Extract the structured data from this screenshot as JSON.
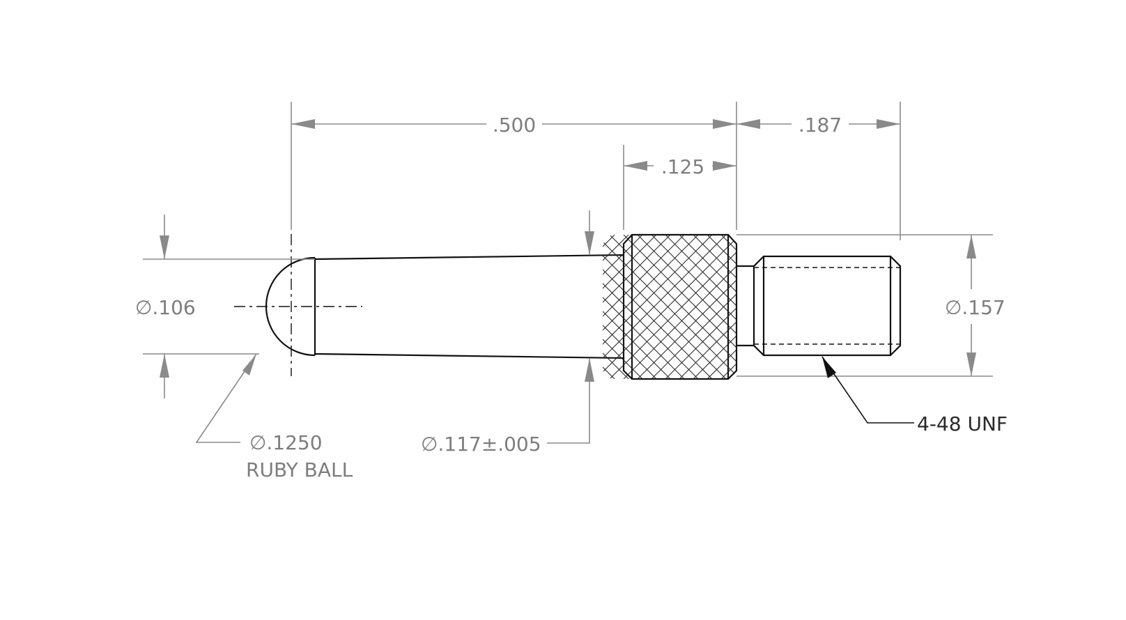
{
  "drawing": {
    "dimensions": {
      "overall_length": ".500",
      "thread_length": ".187",
      "knurl_length": ".125",
      "ball_stem_diameter": ".106",
      "thread_diameter": ".157",
      "ball_callout_line1": ".1250",
      "ball_callout_line2": "RUBY BALL",
      "stem_diameter": ".117±.005",
      "thread_callout": "4-48 UNF"
    },
    "diameter_symbol": "∅",
    "colors": {
      "dimension": "#8a8a8a",
      "object_line": "#111111",
      "callout_text": "#2a2a2a"
    }
  }
}
